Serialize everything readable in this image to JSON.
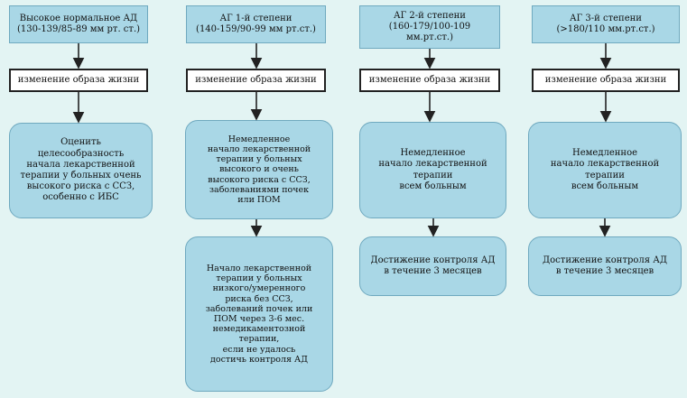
{
  "columns": [
    {
      "header": "Высокое нормальное АД\n(130-139/85-89 мм рт. ст.)",
      "lifestyle": "изменение образа жизни",
      "steps": [
        "Оценить\nцелесообразность\nначала лекарственной\nтерапии у больных очень\nвысокого риска с ССЗ,\nособенно с ИБС"
      ]
    },
    {
      "header": "АГ 1-й степени\n(140-159/90-99 мм рт.ст.)",
      "lifestyle": "изменение образа жизни",
      "steps": [
        "Немедленное\nначало лекарственной\nтерапии у больных\nвысокого и очень\nвысокого риска с ССЗ,\nзаболеваниями почек\nили ПОМ",
        "Начало лекарственной\nтерапии у больных\nнизкого/умеренного\nриска без ССЗ,\nзаболеваний почек или\nПОМ через 3-6 мес.\nнемедикаментозной\nтерапии,\nесли не удалось\nдостичь контроля АД"
      ]
    },
    {
      "header": "АГ 2-й степени\n(160-179/100-109\nмм.рт.ст.)",
      "lifestyle": "изменение образа жизни",
      "steps": [
        "Немедленное\nначало лекарственной\nтерапии\nвсем больным",
        "Достижение контроля АД\nв течение 3 месяцев"
      ]
    },
    {
      "header": "АГ 3-й степени\n(>180/110 мм.рт.ст.)",
      "lifestyle": "изменение образа жизни",
      "steps": [
        "Немедленное\nначало лекарственной\nтерапии\nвсем больным",
        "Достижение контроля АД\nв течение 3 месяцев"
      ]
    }
  ],
  "colors": {
    "box_fill": "#a9d7e6",
    "box_border": "#6fa9bf",
    "lifestyle_fill": "#ffffff",
    "arrow": "#222222",
    "background": "#e3f4f3"
  }
}
